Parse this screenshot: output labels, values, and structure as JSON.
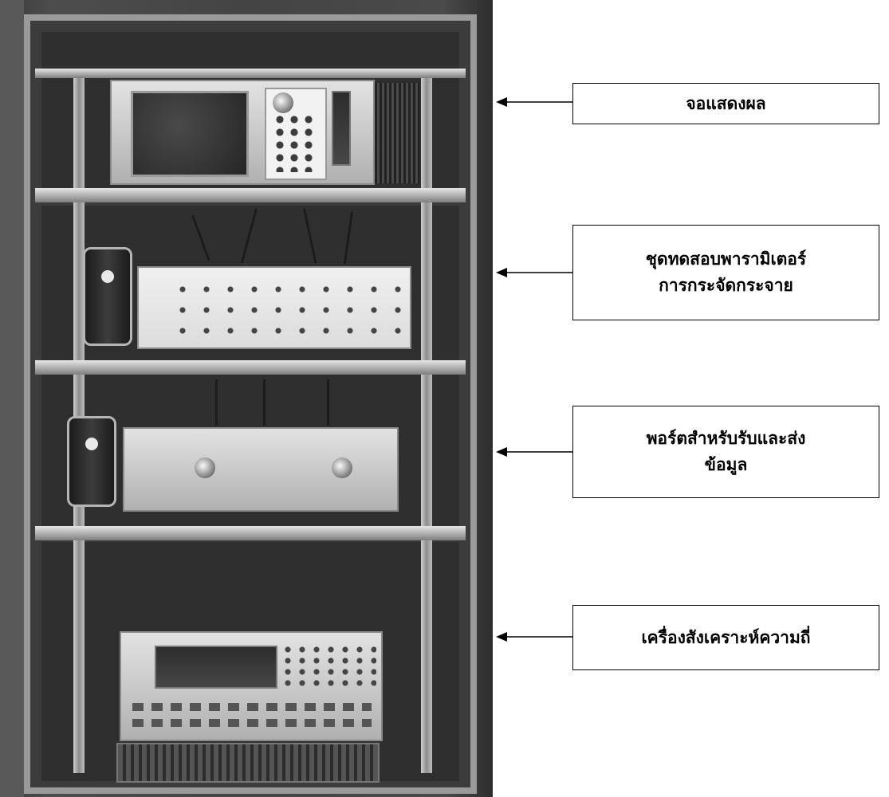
{
  "labels": [
    {
      "id": "display",
      "text": "จอแสดงผล"
    },
    {
      "id": "dispersion-tester",
      "text": "ชุดทดสอบพารามิเตอร์\nการกระจัดกระจาย"
    },
    {
      "id": "data-port",
      "text": "พอร์ตสำหรับรับและส่ง\nข้อมูล"
    },
    {
      "id": "frequency-synthesizer",
      "text": "เครื่องสังเคราะห์ความถี่"
    }
  ],
  "colors": {
    "box_border": "#000000",
    "arrow": "#000000",
    "background": "#ffffff"
  }
}
